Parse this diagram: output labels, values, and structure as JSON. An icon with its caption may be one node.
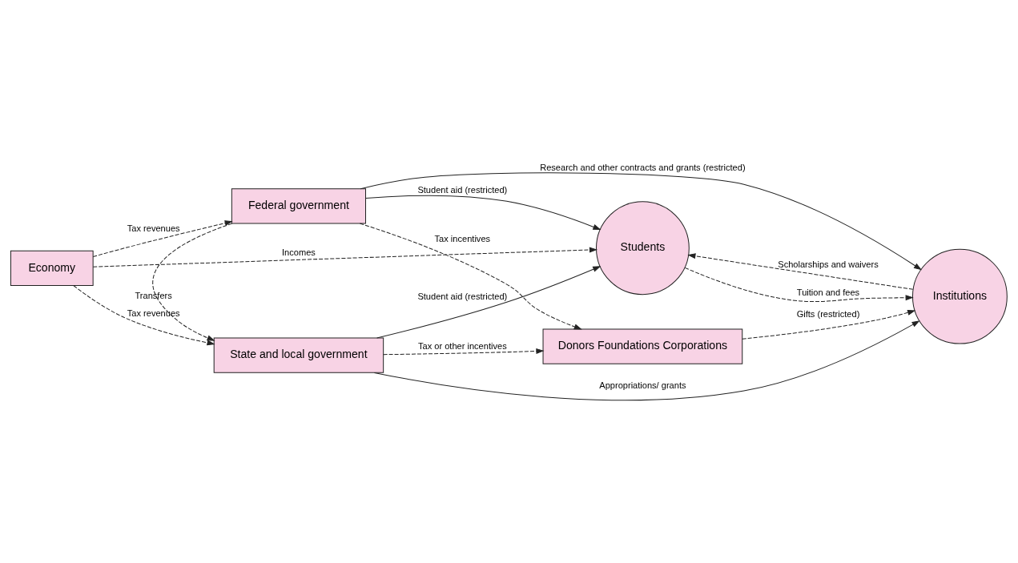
{
  "diagram": {
    "nodes": [
      {
        "text": [
          "Federal government"
        ]
      },
      {
        "text": [
          "Economy"
        ]
      },
      {
        "text": [
          "Students"
        ]
      },
      {
        "text": [
          "Institutions"
        ]
      },
      {
        "text": [
          "Donors Foundations Corporations"
        ]
      },
      {
        "text": [
          "State and local government"
        ]
      }
    ],
    "edges": [
      {
        "from": 1,
        "to": 0,
        "arrow": "to",
        "style": "dashed",
        "label": "Tax revenues"
      },
      {
        "from": 0,
        "to": 2,
        "arrow": "to",
        "label": "Student aid (restricted)"
      },
      {
        "from": 0,
        "to": 5,
        "arrow": "to",
        "style": "dashed",
        "label": "Transfers"
      },
      {
        "from": 0,
        "to": 3,
        "arrow": "to",
        "label": "Research and other contracts and grants (restricted)"
      },
      {
        "from": 0,
        "to": 4,
        "arrow": "to",
        "style": "dashed",
        "label": "Tax incentives"
      },
      {
        "from": 1,
        "to": 2,
        "arrow": "to",
        "style": "dashed",
        "label": "Incomes"
      },
      {
        "from": 2,
        "to": 3,
        "arrow": "to",
        "style": "dashed",
        "label": "Tuition and fees"
      },
      {
        "from": 3,
        "to": 2,
        "arrow": "to",
        "style": "dashed",
        "label": "Scholarships and waivers"
      },
      {
        "from": 4,
        "to": 3,
        "arrow": "to",
        "style": "dashed",
        "label": "Gifts (restricted)"
      },
      {
        "from": 1,
        "to": 5,
        "arrow": "to",
        "style": "dashed",
        "label": "Tax revenues"
      },
      {
        "from": 5,
        "to": 2,
        "arrow": "to",
        "label": "Student aid (restricted)"
      },
      {
        "from": 5,
        "to": 3,
        "arrow": "to",
        "label": "Appropriations/ grants"
      },
      {
        "from": 5,
        "to": 4,
        "arrow": "to",
        "style": "dashed",
        "label": "Tax or other incentives"
      }
    ]
  }
}
